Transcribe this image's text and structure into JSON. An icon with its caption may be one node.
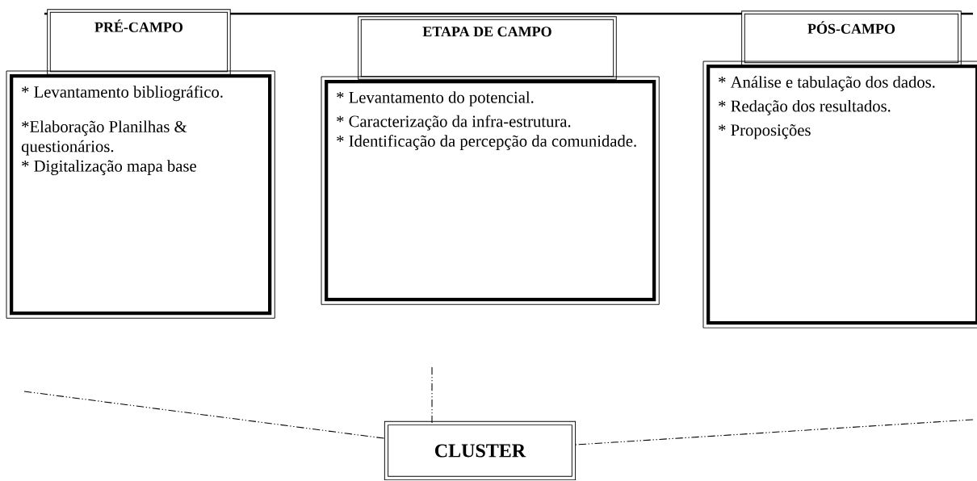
{
  "diagram": {
    "nodes": [
      {
        "text": [
          "PRÉ-CAMPO"
        ]
      },
      {
        "text": [
          "* Levantamento bibliográfico.",
          "*Elaboração Planilhas & questionários.",
          "* Digitalização mapa base"
        ]
      },
      {
        "text": [
          "ETAPA DE CAMPO"
        ]
      },
      {
        "text": [
          "* Levantamento do potencial.",
          "* Caracterização da infra-estrutura.",
          "* Identificação da percepção da comunidade."
        ]
      },
      {
        "text": [
          "PÓS-CAMPO"
        ]
      },
      {
        "text": [
          "* Análise e tabulação dos dados.",
          "* Redação dos resultados.",
          "* Proposições"
        ]
      },
      {
        "text": [
          "CLUSTER"
        ]
      }
    ],
    "edges": [
      {
        "from": null,
        "to": 6,
        "arrow": "none",
        "style": "dashed"
      },
      {
        "from": null,
        "to": 6,
        "arrow": "none",
        "style": "dashed"
      },
      {
        "from": null,
        "to": 6,
        "arrow": "none",
        "style": "dashed"
      }
    ]
  }
}
